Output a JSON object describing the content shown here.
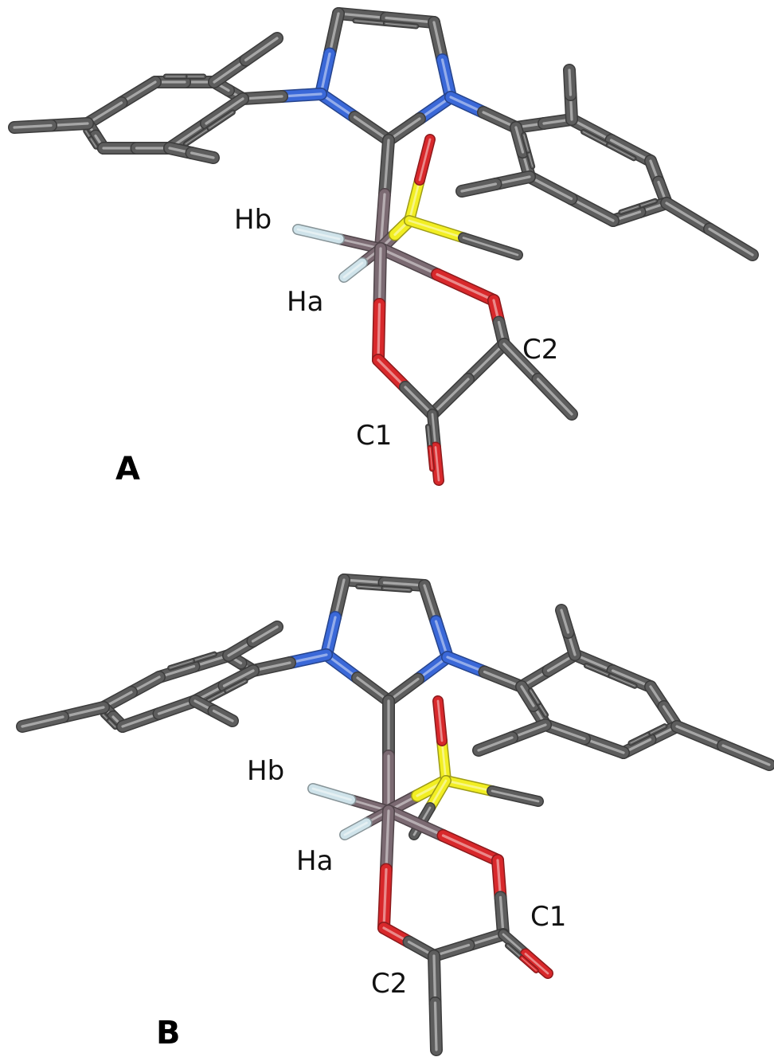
{
  "colors": {
    "carbon": "#5d5d5d",
    "nitrogen": "#3a68d8",
    "oxygen": "#d8282b",
    "sulfur": "#f2ee23",
    "metal": "#7b6a72",
    "hydrogen": "#cfe3ea"
  },
  "panels": [
    {
      "id": "A",
      "label": "A",
      "atom_labels": {
        "hb": "Hb",
        "ha": "Ha",
        "c2": "C2",
        "c1": "C1"
      }
    },
    {
      "id": "B",
      "label": "B",
      "atom_labels": {
        "hb": "Hb",
        "ha": "Ha",
        "c1": "C1",
        "c2": "C2"
      }
    }
  ]
}
